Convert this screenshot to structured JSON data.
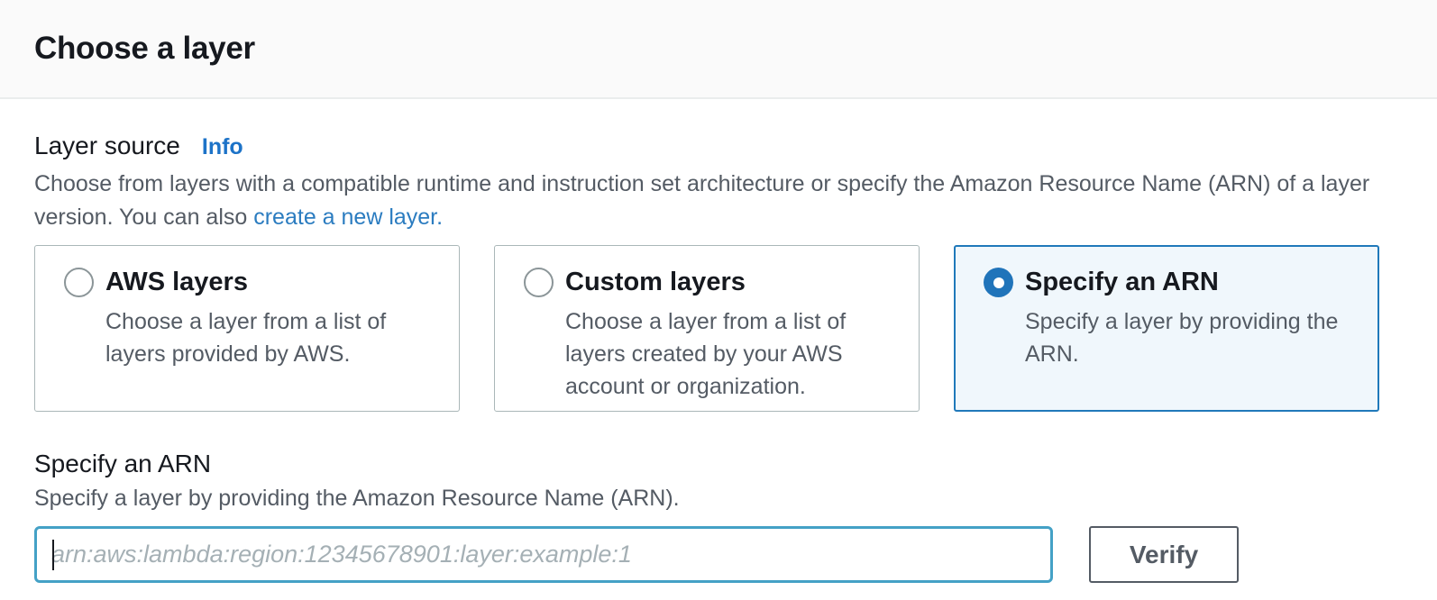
{
  "header": {
    "title": "Choose a layer"
  },
  "layer_source": {
    "label": "Layer source",
    "info_label": "Info",
    "description_line1": "Choose from layers with a compatible runtime and instruction set architecture or specify the Amazon Resource Name (ARN) of a layer",
    "description_line2_prefix": "version. You can also ",
    "create_link_label": "create a new layer."
  },
  "options": [
    {
      "title": "AWS layers",
      "description": "Choose a layer from a list of layers provided by AWS.",
      "selected": false
    },
    {
      "title": "Custom layers",
      "description": "Choose a layer from a list of layers created by your AWS account or organization.",
      "selected": false
    },
    {
      "title": "Specify an ARN",
      "description": "Specify a layer by providing the ARN.",
      "selected": true
    }
  ],
  "arn_section": {
    "label": "Specify an ARN",
    "description": "Specify a layer by providing the Amazon Resource Name (ARN).",
    "input_value": "",
    "input_placeholder": "arn:aws:lambda:region:12345678901:layer:example:1",
    "verify_button_label": "Verify"
  },
  "colors": {
    "header_bg": "#fafafa",
    "divider": "#eaeded",
    "heading_text": "#16191f",
    "secondary_text": "#545b64",
    "link_blue": "#1d73c8",
    "radio_selected_blue": "#2074ba",
    "selected_tile_border": "#2079ba",
    "selected_tile_bg": "#f0f7fc",
    "tile_border": "#aab7b8",
    "input_focus_border": "#44a1c6",
    "placeholder_text": "#a5b0b5",
    "button_border": "#545b64"
  }
}
